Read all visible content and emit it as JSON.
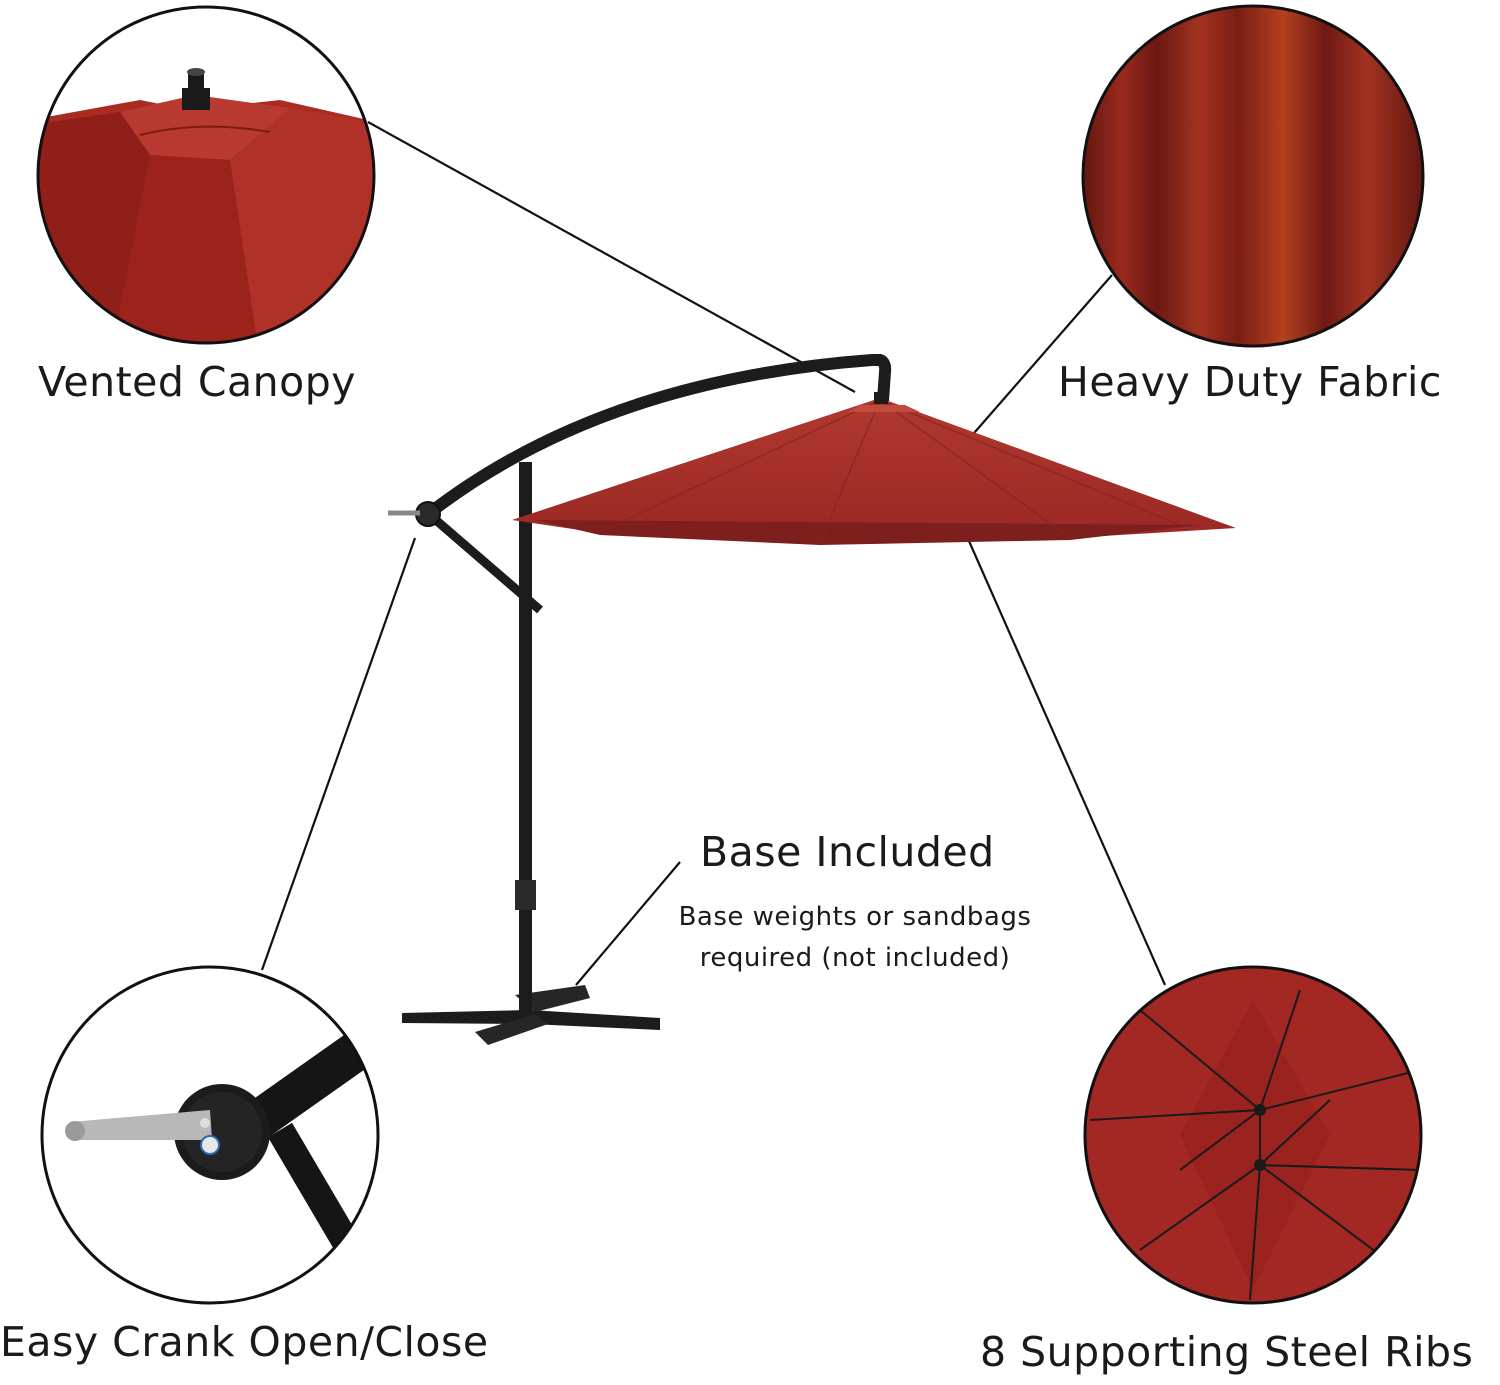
{
  "colors": {
    "canopy": "#a32a26",
    "canopy_dark": "#7a1c1a",
    "frame": "#1c1c1c",
    "line": "#111111",
    "background": "#ffffff"
  },
  "callouts": {
    "vented_canopy": "Vented Canopy",
    "heavy_duty_fabric": "Heavy Duty Fabric",
    "base_included": "Base Included",
    "base_note_line1": "Base weights or sandbags",
    "base_note_line2": "required (not included)",
    "easy_crank": "Easy Crank Open/Close",
    "steel_ribs": "8 Supporting Steel Ribs"
  },
  "icons": {
    "umbrella": "cantilever-umbrella-illustration",
    "canopy_detail": "vented-canopy-detail",
    "fabric_detail": "fabric-texture-detail",
    "crank_detail": "crank-handle-detail",
    "ribs_detail": "steel-ribs-detail"
  }
}
